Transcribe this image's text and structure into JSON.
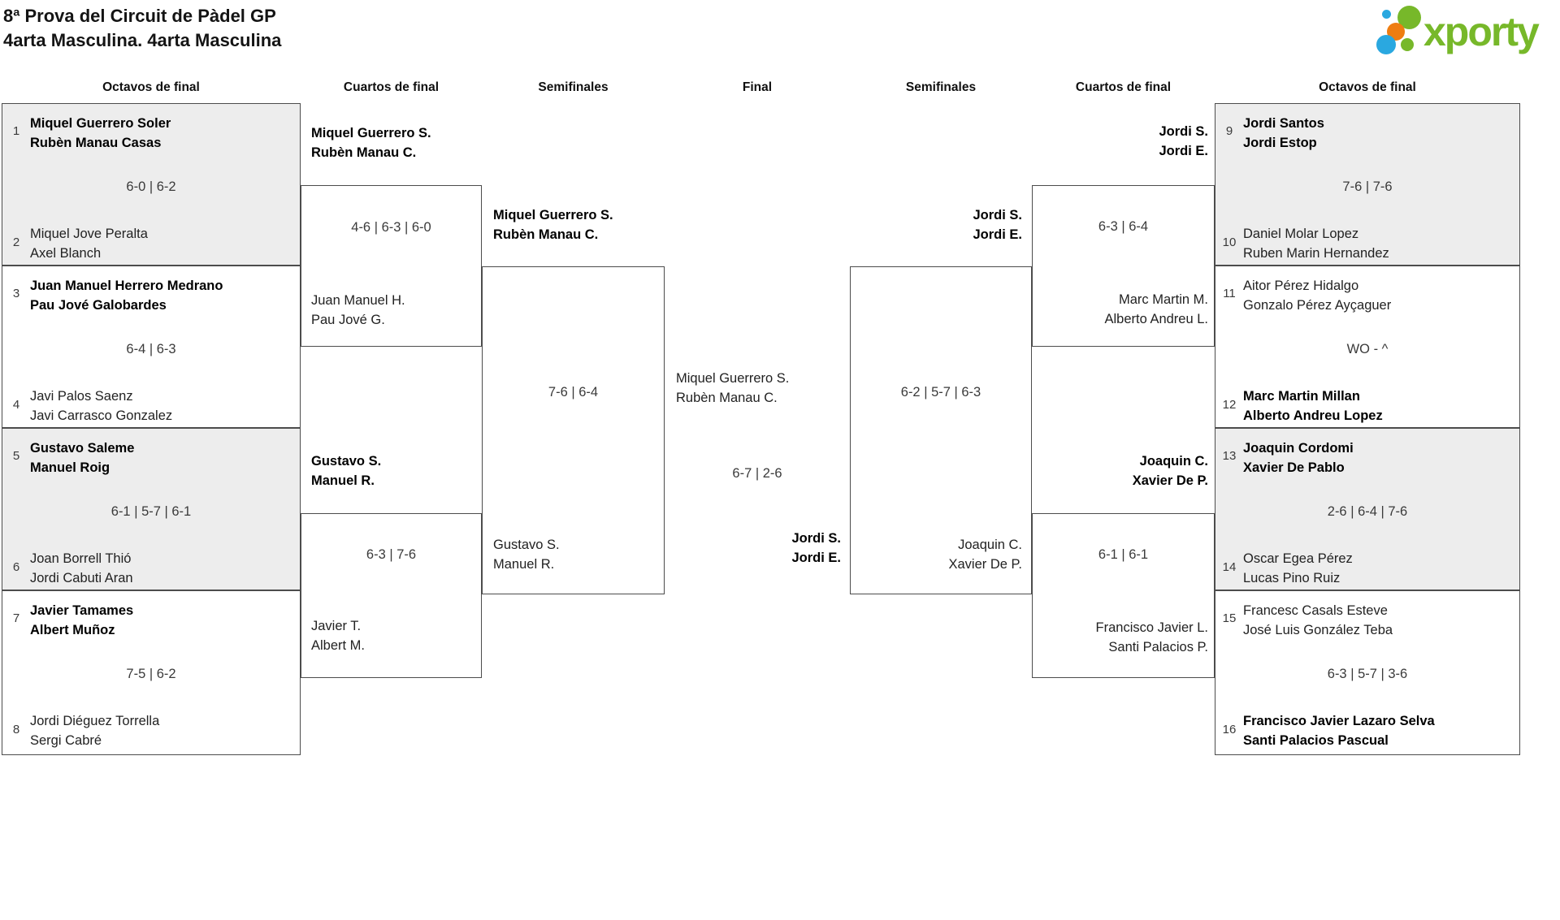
{
  "page": {
    "title_line1": "8ª Prova del Circuit de Pàdel GP",
    "title_line2": "4arta Masculina. 4arta Masculina"
  },
  "logo": {
    "brand": "xporty"
  },
  "colors": {
    "shaded_box": "#ededed",
    "box_border": "#4c4c4c",
    "brand_green": "#77b82a",
    "brand_blue": "#2aa8e0",
    "brand_orange": "#ee7d11"
  },
  "headers": {
    "l_octavos": "Octavos de final",
    "l_cuartos": "Cuartos de final",
    "l_semis": "Semifinales",
    "final": "Final",
    "r_semis": "Semifinales",
    "r_cuartos": "Cuartos de final",
    "r_octavos": "Octavos de final"
  },
  "octavos_left": [
    {
      "seed_top": "1",
      "team_top": [
        "Miquel Guerrero Soler",
        "Rubèn Manau Casas"
      ],
      "score": "6-0 | 6-2",
      "seed_bottom": "2",
      "team_bottom": [
        "Miquel Jove Peralta",
        "Axel Blanch"
      ],
      "winner": "top"
    },
    {
      "seed_top": "3",
      "team_top": [
        "Juan Manuel Herrero Medrano",
        "Pau Jové Galobardes"
      ],
      "score": "6-4 | 6-3",
      "seed_bottom": "4",
      "team_bottom": [
        "Javi Palos Saenz",
        "Javi Carrasco Gonzalez"
      ],
      "winner": "top"
    },
    {
      "seed_top": "5",
      "team_top": [
        "Gustavo Saleme",
        "Manuel Roig"
      ],
      "score": "6-1 | 5-7 | 6-1",
      "seed_bottom": "6",
      "team_bottom": [
        "Joan Borrell Thió",
        "Jordi Cabuti Aran"
      ],
      "winner": "top"
    },
    {
      "seed_top": "7",
      "team_top": [
        "Javier Tamames",
        "Albert Muñoz"
      ],
      "score": "7-5 | 6-2",
      "seed_bottom": "8",
      "team_bottom": [
        "Jordi Diéguez Torrella",
        "Sergi Cabré"
      ],
      "winner": "top"
    }
  ],
  "octavos_right": [
    {
      "seed_top": "9",
      "team_top": [
        "Jordi Santos",
        "Jordi Estop"
      ],
      "score": "7-6 | 7-6",
      "seed_bottom": "10",
      "team_bottom": [
        "Daniel Molar Lopez",
        "Ruben Marin Hernandez"
      ],
      "winner": "top"
    },
    {
      "seed_top": "11",
      "team_top": [
        "Aitor Pérez Hidalgo",
        "Gonzalo Pérez Ayçaguer"
      ],
      "score": "WO - ^",
      "seed_bottom": "12",
      "team_bottom": [
        "Marc Martin Millan",
        "Alberto Andreu Lopez"
      ],
      "winner": "bottom"
    },
    {
      "seed_top": "13",
      "team_top": [
        "Joaquin Cordomi",
        "Xavier De Pablo"
      ],
      "score": "2-6 | 6-4 | 7-6",
      "seed_bottom": "14",
      "team_bottom": [
        "Oscar Egea Pérez",
        "Lucas Pino Ruiz"
      ],
      "winner": "top"
    },
    {
      "seed_top": "15",
      "team_top": [
        "Francesc Casals Esteve",
        "José Luis González Teba"
      ],
      "score": "6-3 | 5-7 | 3-6",
      "seed_bottom": "16",
      "team_bottom": [
        "Francisco Javier Lazaro Selva",
        "Santi Palacios Pascual"
      ],
      "winner": "bottom"
    }
  ],
  "cuartos_left": [
    {
      "winner": [
        "Miquel Guerrero S.",
        "Rubèn Manau C."
      ],
      "score": "4-6 | 6-3 | 6-0",
      "loser": [
        "Juan Manuel H.",
        "Pau Jové G."
      ]
    },
    {
      "winner": [
        "Gustavo S.",
        "Manuel R."
      ],
      "score": "6-3 | 7-6",
      "loser": [
        "Javier T.",
        "Albert M."
      ]
    }
  ],
  "cuartos_right": [
    {
      "winner": [
        "Jordi S.",
        "Jordi E."
      ],
      "score": "6-3 | 6-4",
      "loser": [
        "Marc Martin M.",
        "Alberto Andreu L."
      ]
    },
    {
      "winner": [
        "Joaquin C.",
        "Xavier De P."
      ],
      "score": "6-1 | 6-1",
      "loser": [
        "Francisco Javier L.",
        "Santi Palacios P."
      ]
    }
  ],
  "semis_left": {
    "winner": [
      "Miquel Guerrero S.",
      "Rubèn Manau C."
    ],
    "score": "7-6 | 6-4",
    "loser": [
      "Gustavo S.",
      "Manuel R."
    ]
  },
  "semis_right": {
    "winner": [
      "Jordi S.",
      "Jordi E."
    ],
    "score": "6-2 | 5-7 | 6-3",
    "loser": [
      "Joaquin C.",
      "Xavier De P."
    ]
  },
  "final": {
    "runner_up": [
      "Miquel Guerrero S.",
      "Rubèn Manau C."
    ],
    "score": "6-7 | 2-6",
    "champion": [
      "Jordi S.",
      "Jordi E."
    ]
  }
}
